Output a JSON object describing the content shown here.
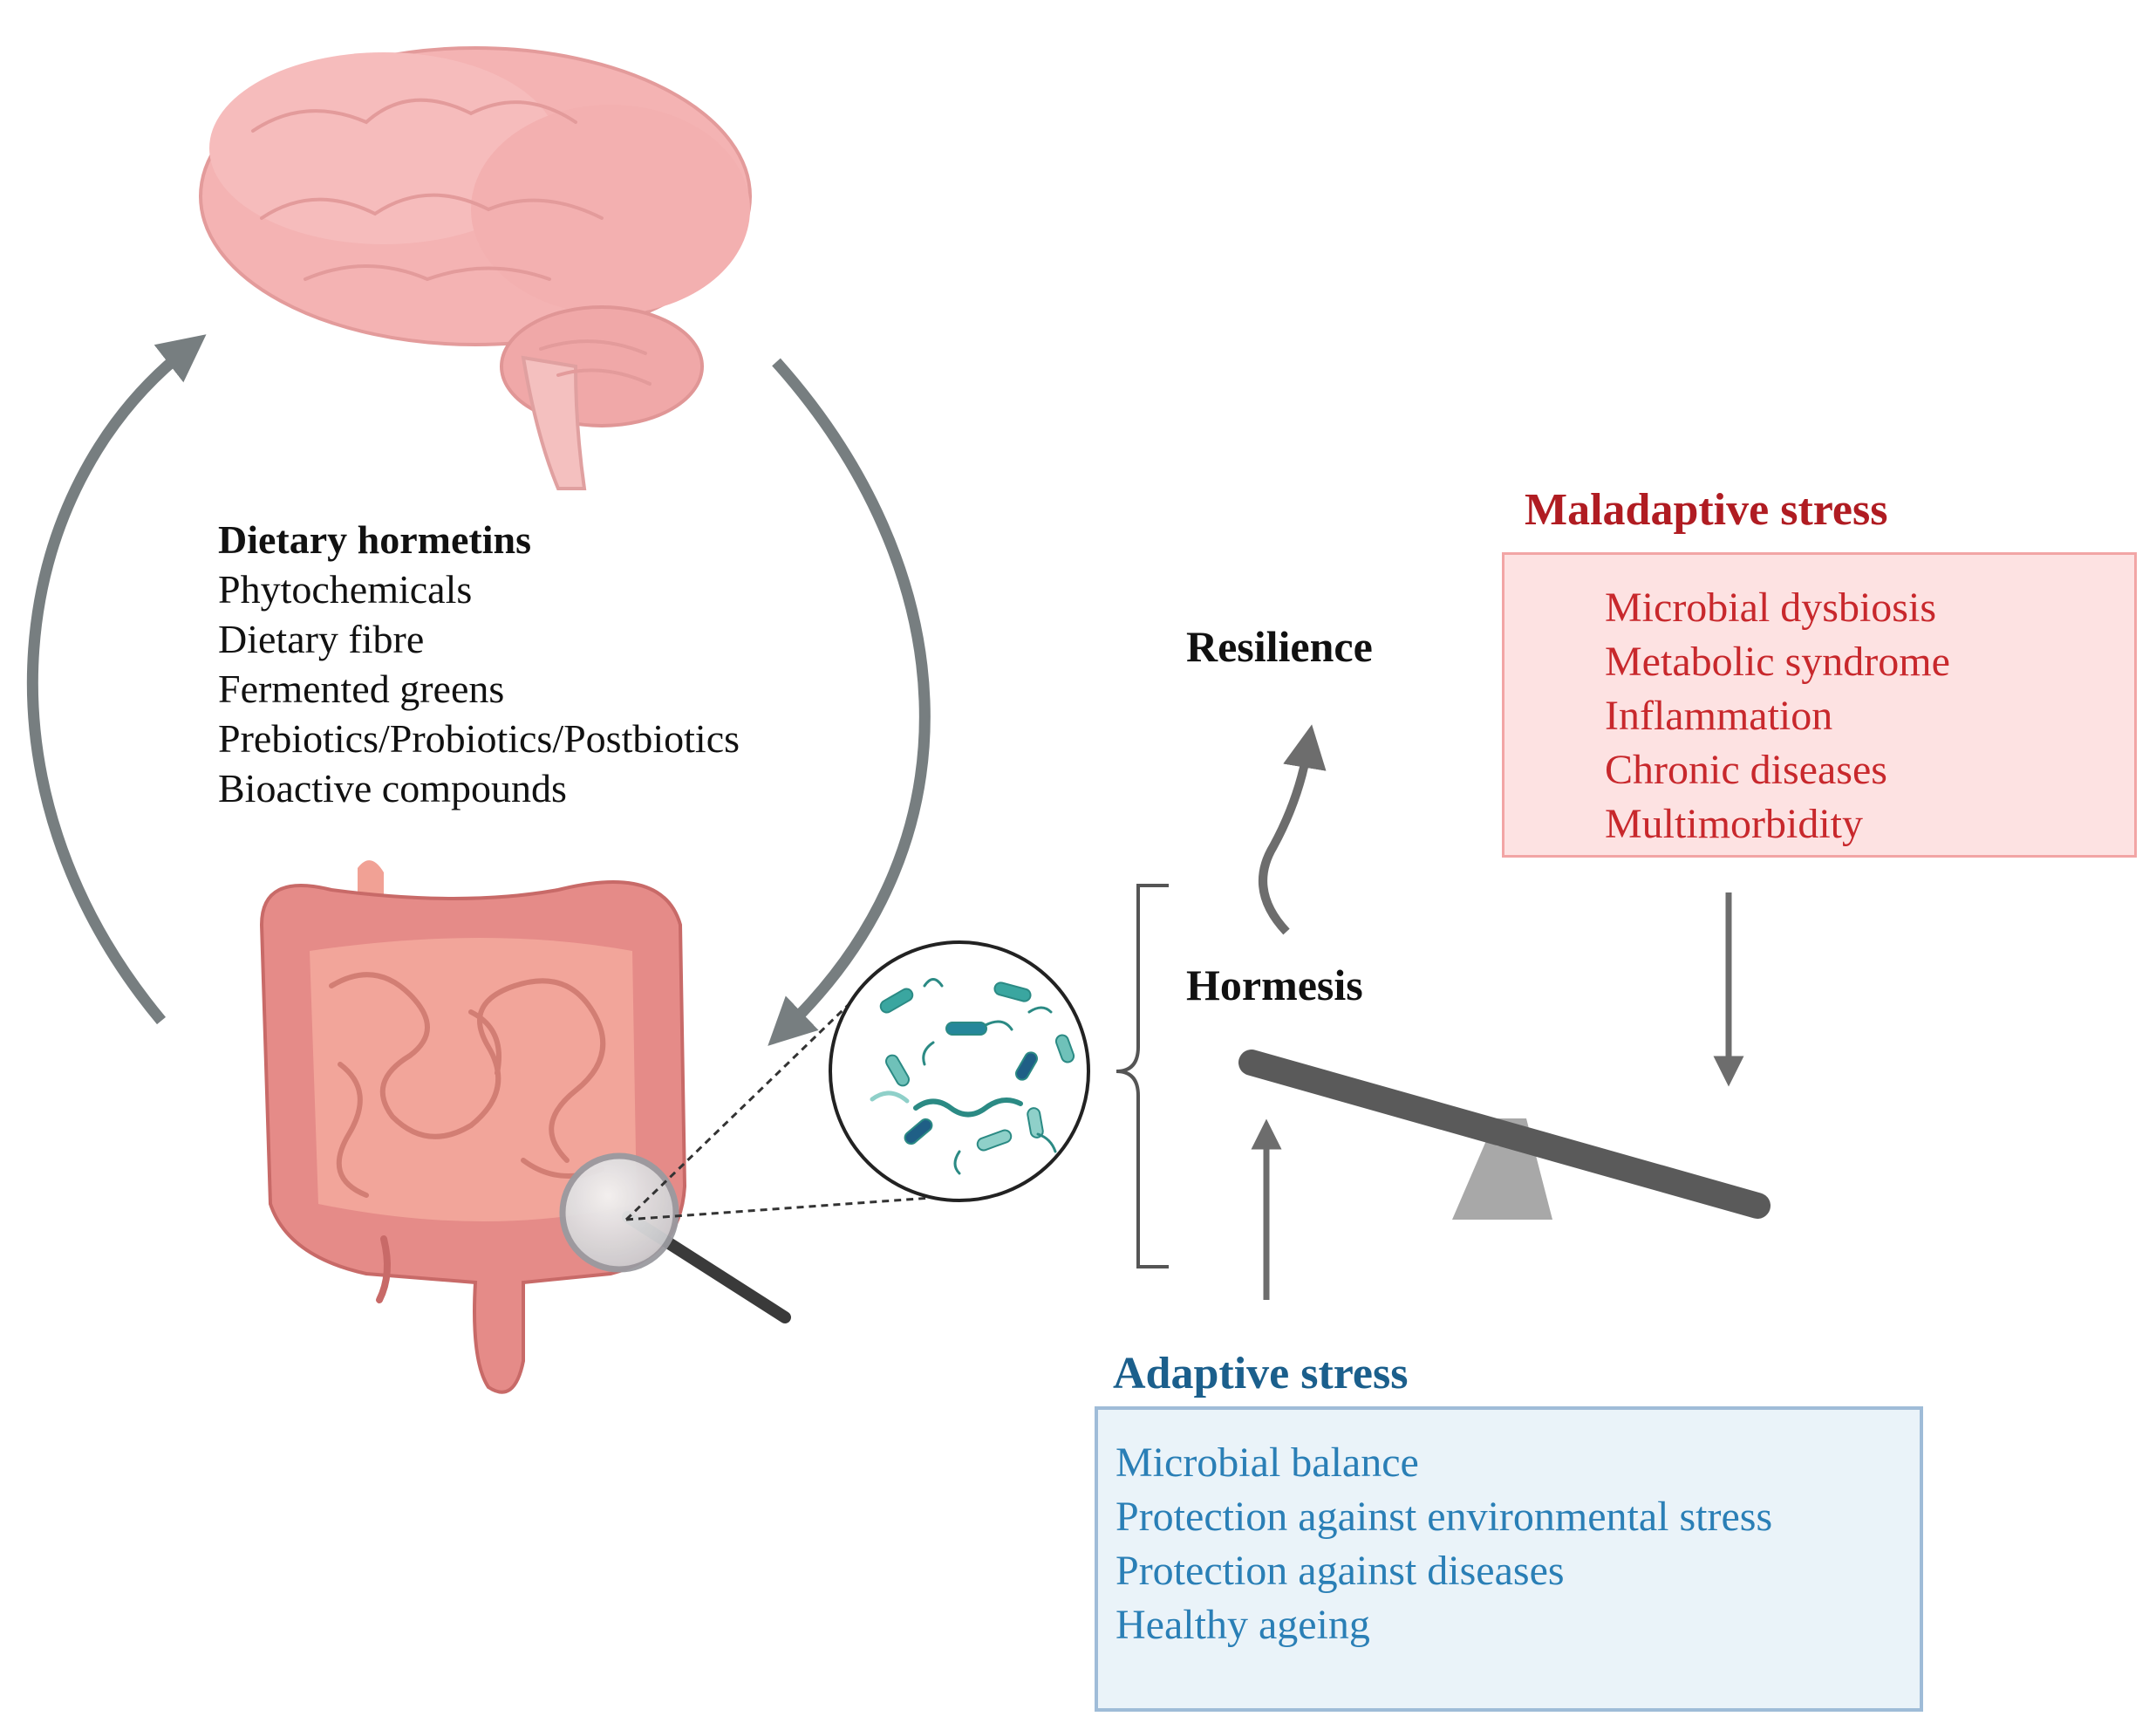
{
  "hormetins": {
    "title": "Dietary hormetins",
    "items": [
      "Phytochemicals",
      "Dietary fibre",
      "Fermented greens",
      "Prebiotics/Probiotics/Postbiotics",
      "Bioactive compounds"
    ]
  },
  "labels": {
    "resilience": "Resilience",
    "hormesis": "Hormesis"
  },
  "maladaptive": {
    "title": "Maladaptive stress",
    "items": [
      "Microbial dysbiosis",
      "Metabolic syndrome",
      "Inflammation",
      "Chronic diseases",
      "Multimorbidity"
    ]
  },
  "adaptive": {
    "title": "Adaptive stress",
    "items": [
      "Microbial balance",
      "Protection against environmental stress",
      "Protection against diseases",
      "Healthy ageing"
    ]
  },
  "colors": {
    "arrow": "#777e80",
    "brain": "#f2aeae",
    "intestine": "#e8918e",
    "maladaptive": "#c8282c",
    "adaptive": "#2a7fb6",
    "microbe": "#3aa6a0"
  }
}
